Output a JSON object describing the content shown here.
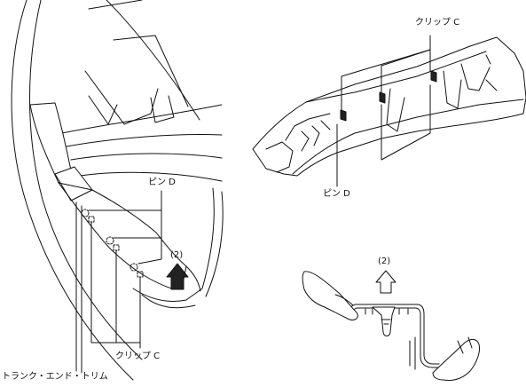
{
  "labels": {
    "pin_d_left": "ピン D",
    "step_left": "(2)",
    "clip_c_left": "クリップ C",
    "trunk_end_trim": "トランク・エンド・トリム",
    "clip_c_right": "クリップ C",
    "pin_d_right": "ピン D",
    "step_right": "(2)"
  },
  "colors": {
    "line": "#111111",
    "fill_dark": "#222222",
    "background": "#ffffff"
  },
  "icons": {
    "up_arrow": "hollow-up-arrow",
    "hand": "gloved-hand-outline"
  }
}
